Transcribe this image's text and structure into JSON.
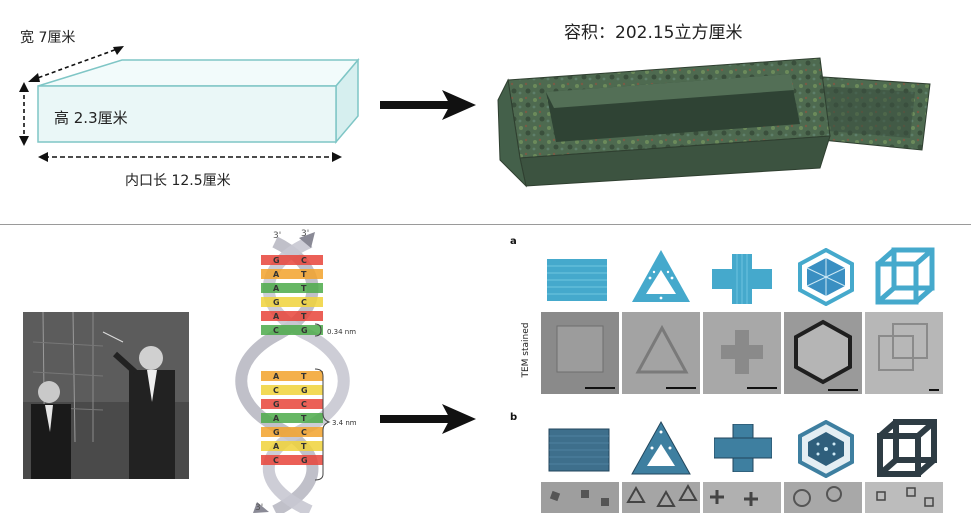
{
  "top": {
    "width_label": "宽 7厘米",
    "height_label": "高 2.3厘米",
    "length_label": "内口长 12.5厘米",
    "volume_label": "容积：202.15立方厘米"
  },
  "bottom": {
    "dna_top_label": "3'",
    "dna_bottom_label": "3'",
    "spacing_small": "0.34 nm",
    "spacing_large": "3.4 nm",
    "panel_a": "a",
    "panel_b": "b",
    "tem_label": "TEM stained",
    "base_letters": [
      "G",
      "C",
      "A",
      "T",
      "A",
      "T",
      "G",
      "C",
      "A",
      "T",
      "C",
      "G",
      "A",
      "T",
      "C",
      "G",
      "G",
      "C",
      "A",
      "T",
      "G",
      "C",
      "A",
      "T",
      "C",
      "G"
    ]
  },
  "colors": {
    "box_line": "#7fc6c6",
    "box_fill": "#eaf7f7",
    "arrow": "#111111",
    "origami_blue": "#45a9cc",
    "origami_dark": "#2d6c86",
    "bronze": "#4e6a50",
    "strand_gray": "#b9b9c3"
  }
}
